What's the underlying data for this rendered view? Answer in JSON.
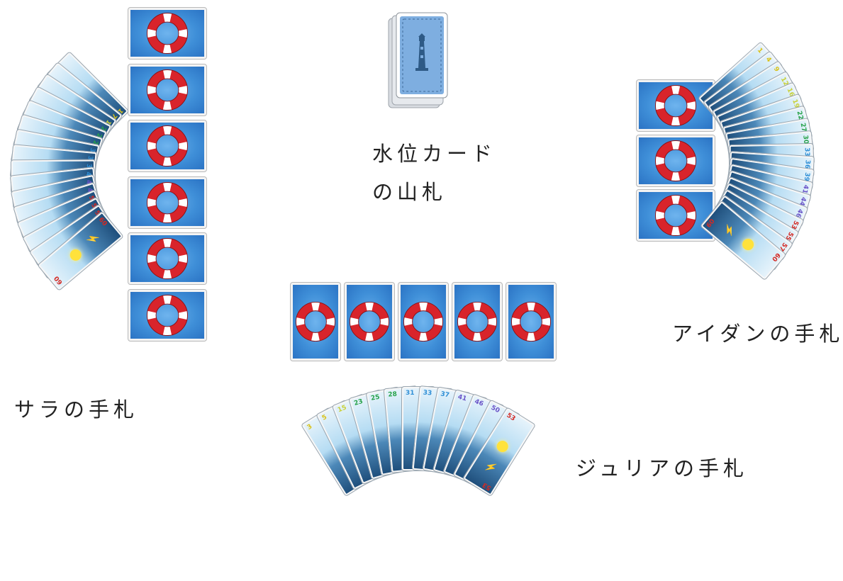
{
  "labels": {
    "draw_pile_line1": "水位カード",
    "draw_pile_line2": "の山札",
    "aidan_hand": "アイダンの手札",
    "sara_hand": "サラの手札",
    "julia_hand": "ジュリアの手札"
  },
  "players": [
    {
      "name": "Sara",
      "lifebuoys": 6
    },
    {
      "name": "Aidan",
      "lifebuoys": 3
    },
    {
      "name": "Julia",
      "lifebuoys": 5
    }
  ],
  "hands": {
    "sara": [
      "1",
      "7",
      "18",
      "21",
      "26",
      "29",
      "32",
      "34",
      "38",
      "40",
      "44",
      "48",
      "52",
      "55",
      "58",
      "60"
    ],
    "aidan": [
      "1",
      "4",
      "9",
      "12",
      "16",
      "19",
      "22",
      "27",
      "30",
      "33",
      "36",
      "39",
      "41",
      "44",
      "46",
      "53",
      "55",
      "57",
      "60"
    ],
    "julia": [
      "3",
      "5",
      "15",
      "23",
      "25",
      "28",
      "31",
      "33",
      "37",
      "41",
      "46",
      "50",
      "53"
    ]
  },
  "colors": {
    "table_bg": "#ffffff",
    "card_blue": "#3f8fd8",
    "lifebuoy_red": "#d8242b",
    "lifebuoy_white": "#ffffff"
  },
  "icons": {
    "deck": "lighthouse-icon",
    "lifebuoy": "lifebuoy-icon"
  }
}
